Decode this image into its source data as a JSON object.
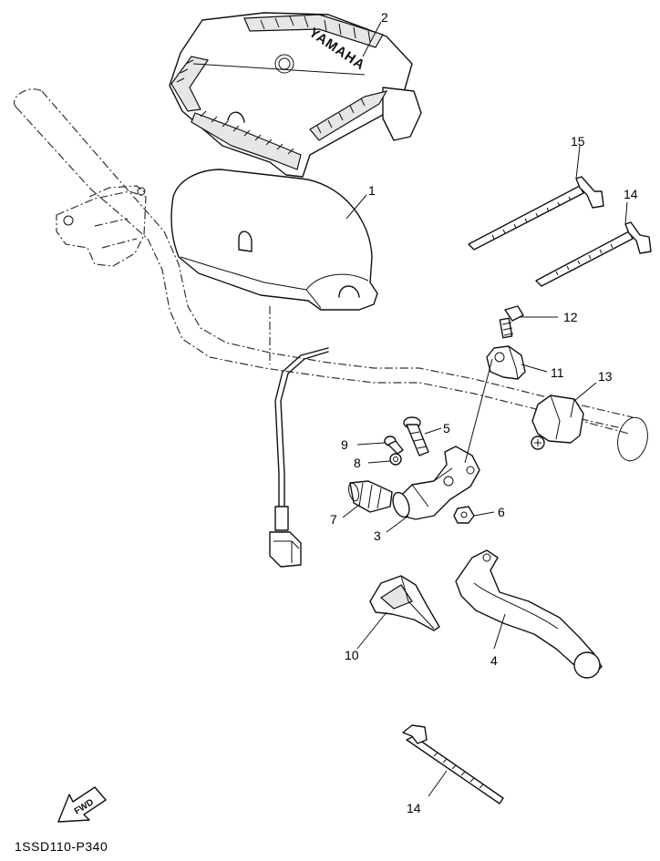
{
  "diagram": {
    "brand_text": "YAMAHA",
    "fwd_label": "FWD",
    "drawing_code": "1SSD110-P340",
    "callouts": [
      {
        "id": "c1",
        "label": "1"
      },
      {
        "id": "c2",
        "label": "2"
      },
      {
        "id": "c3",
        "label": "3"
      },
      {
        "id": "c4",
        "label": "4"
      },
      {
        "id": "c5",
        "label": "5"
      },
      {
        "id": "c6",
        "label": "6"
      },
      {
        "id": "c7",
        "label": "7"
      },
      {
        "id": "c8",
        "label": "8"
      },
      {
        "id": "c9",
        "label": "9"
      },
      {
        "id": "c10",
        "label": "10"
      },
      {
        "id": "c11",
        "label": "11"
      },
      {
        "id": "c12",
        "label": "12"
      },
      {
        "id": "c13",
        "label": "13"
      },
      {
        "id": "c14a",
        "label": "14"
      },
      {
        "id": "c14b",
        "label": "14"
      },
      {
        "id": "c15",
        "label": "15"
      }
    ]
  }
}
